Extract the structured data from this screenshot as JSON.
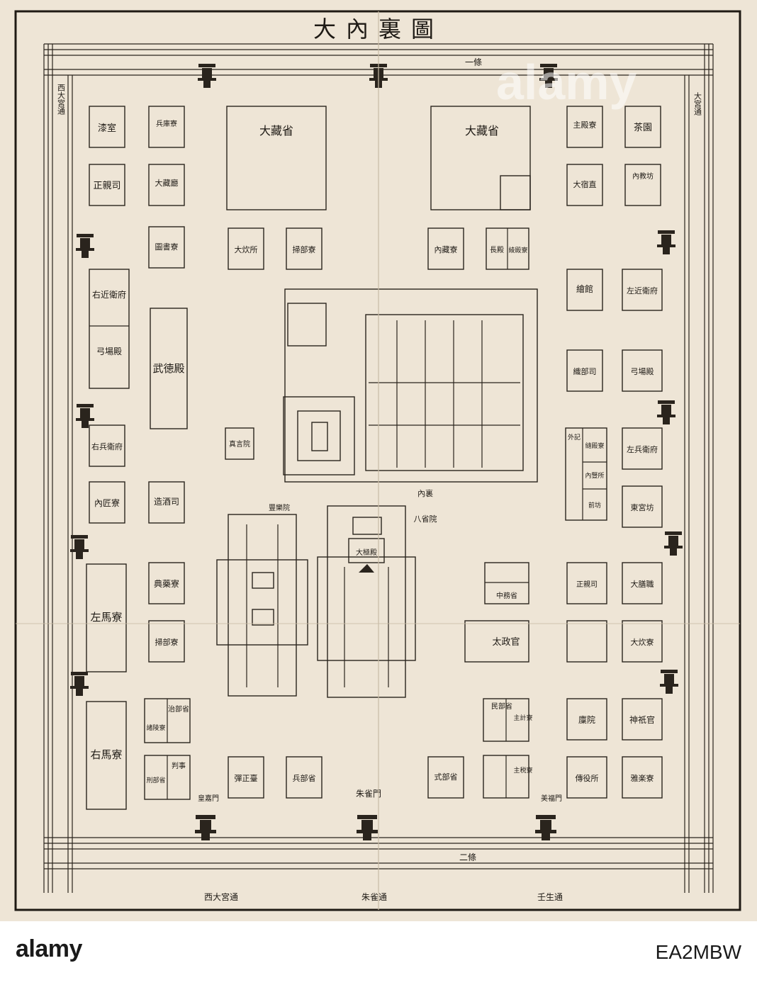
{
  "map": {
    "title": "大內裏圖",
    "top_band_label": "一條",
    "bottom_band_label": "二條",
    "left_street": "西大宮通",
    "right_street": "大宮通",
    "bottom_streets": [
      "西大宮通",
      "朱雀通",
      "壬生通"
    ],
    "south_gates": [
      "皇嘉門",
      "朱雀門",
      "美福門"
    ],
    "left_column_outer": [
      "漆室",
      "正親司",
      "右近衛府",
      "弓場殿",
      "右兵衛府",
      "內匠寮",
      "左馬寮",
      "右馬寮"
    ],
    "left_column_inner": [
      "兵庫寮",
      "大藏廳",
      "圖書寮",
      "武徳殿",
      "造酒司",
      "典藥寮",
      "掃部寮",
      "治部省",
      "諸陵寮",
      "刑部省",
      "判事"
    ],
    "north_blocks": [
      "大藏省",
      "大藏省",
      "大炊所",
      "掃部寮",
      "內藏寮",
      "長殿",
      "綾殿寮"
    ],
    "right_column_inner": [
      "主殿寮",
      "大宿直",
      "繪館",
      "織部司",
      "外記",
      "縫殿寮",
      "內豎所",
      "前坊",
      "正親司",
      "民部省",
      "主計寮",
      "主税寮",
      "廩院",
      "傳役所",
      "式部省"
    ],
    "right_column_outer": [
      "茶園",
      "內教坊",
      "左近衛府",
      "弓場殿",
      "左兵衛府",
      "東宮坊",
      "大膳職",
      "大炊寮",
      "神祇官",
      "雅楽寮"
    ],
    "center_labels": [
      "真言院",
      "八省院",
      "大極殿",
      "中務省",
      "太政官",
      "彈正臺",
      "兵部省",
      "豐樂院",
      "內裏"
    ]
  },
  "watermark": {
    "text": "alamy",
    "logo_text": "alamy",
    "image_id": "EA2MBW"
  }
}
